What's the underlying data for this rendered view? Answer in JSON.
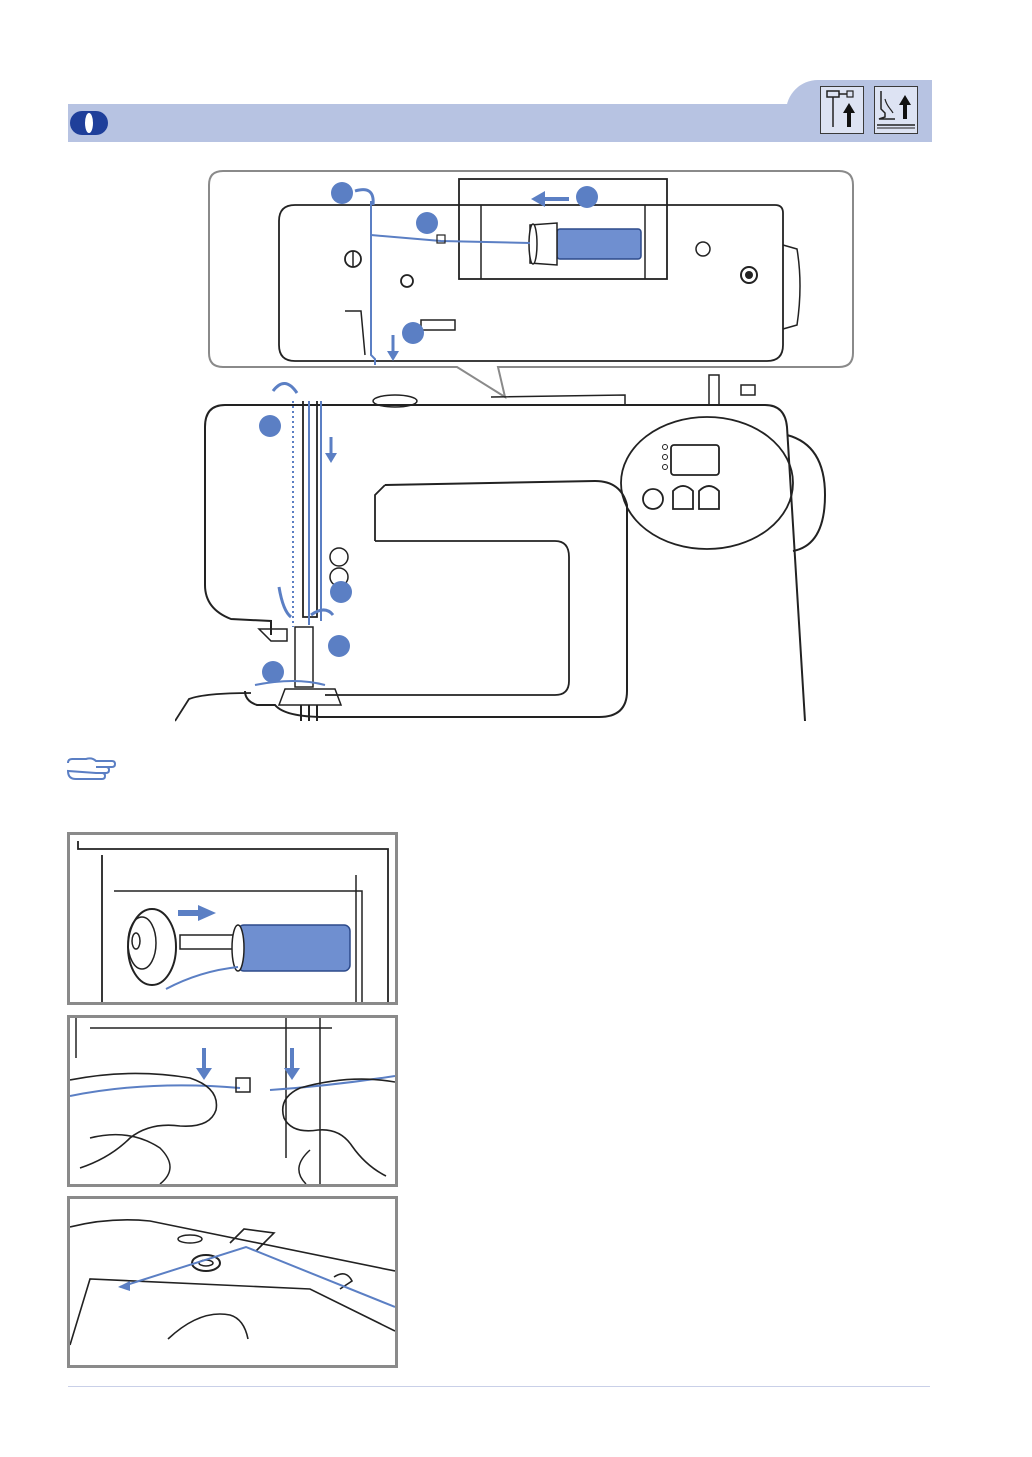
{
  "header": {
    "section_badge_icon": "section-step-badge",
    "mode_icons": [
      "needle-up-icon",
      "presser-foot-up-icon"
    ],
    "accent_color": "#b7c3e2",
    "thread_color": "#5b7fc4"
  },
  "main_illustration": {
    "subject": "sewing-machine-upper-threading-path",
    "callout_icon": "upper-threading-detail-callout"
  },
  "note": {
    "icon": "pointing-hand-icon"
  },
  "insets": [
    {
      "icon": "spool-cap-insert-illustration"
    },
    {
      "icon": "thread-guide-hands-illustration"
    },
    {
      "icon": "bobbin-winding-tension-illustration"
    }
  ]
}
